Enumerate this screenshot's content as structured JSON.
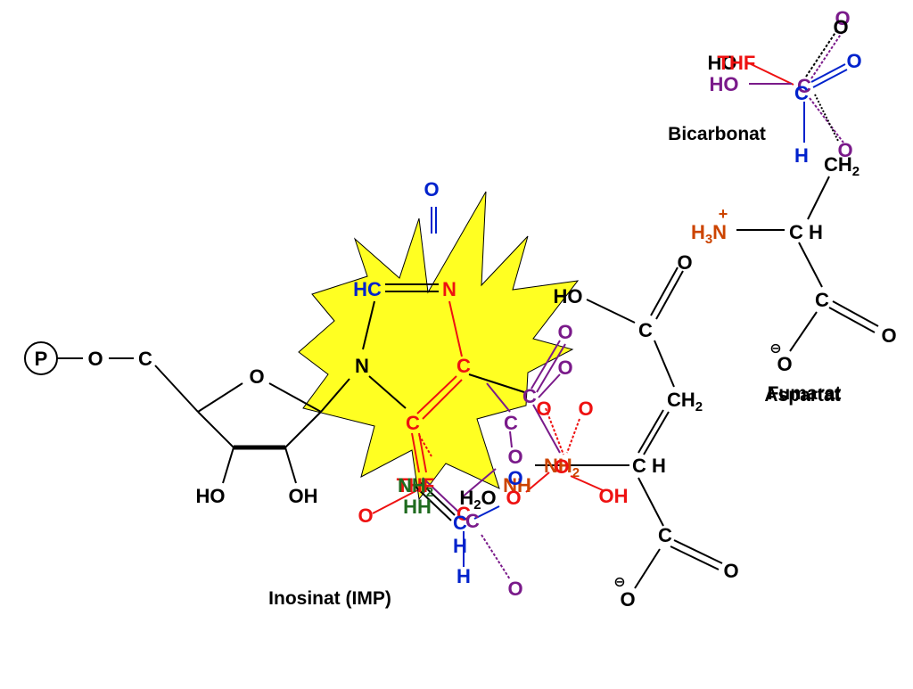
{
  "colors": {
    "black": "#000000",
    "blue": "#0022cc",
    "red": "#ee1111",
    "purple": "#7a1a8a",
    "green": "#1f6b1f",
    "orange": "#cc4400",
    "star_fill": "#ffff22"
  },
  "captions": {
    "inosinat": "Inosinat (IMP)",
    "bicarbonat": "Bicarbonat",
    "fumarat": "Fumarat",
    "aspartat": "Aspartat"
  },
  "ribose": {
    "phosphate": "P",
    "o_link": "O",
    "c5": "C",
    "ring_o": "O",
    "ho": "HO",
    "oh": "OH"
  },
  "ring": {
    "top_o": "O",
    "hc": "HC",
    "n_top": "N",
    "n_left": "N",
    "c_right": "C",
    "c_bottom": "C"
  },
  "bicarbonate": {
    "o_top": "O",
    "ho_black": "HO",
    "thf": "THF",
    "o_right": "O",
    "ho_purple": "HO",
    "c": "C",
    "h": "H",
    "o_bottom": "O"
  },
  "aspartate": {
    "ch2": "CH",
    "ch2_sub": "2",
    "plus": "+",
    "h3n": "H",
    "h3n_sub": "3",
    "h3n_n": "N",
    "ch": "C H",
    "c": "C",
    "o": "O",
    "minus": "⊖",
    "o_minus": "O"
  },
  "fumarate": {
    "o_top": "O",
    "ho": "HO",
    "c_top": "C",
    "ch2": "CH",
    "ch2_sub": "2",
    "ch": "C H",
    "c_bottom": "C",
    "o_right": "O",
    "minus": "⊖",
    "o_minus": "O"
  },
  "cluster": {
    "o_purple_1": "O",
    "o_purple_2": "O",
    "c_purple_1": "C",
    "o_red_1": "O",
    "o_red_2": "O",
    "c_purple_2": "C",
    "o_purple_3": "O",
    "nh2_orange": "NH",
    "nh2_sub": "2",
    "nh_orange": "NH",
    "oh_red": "OH",
    "o_red_3": "O",
    "thf_red": "THF",
    "nh2_green": "NH",
    "h_green": "HH",
    "h2o": "H",
    "h2o_sub": "2",
    "h2o_o": "O",
    "c_blue": "C",
    "h_blue_1": "H",
    "h_blue_2": "H",
    "o_purple_4": "O",
    "c_red": "C",
    "c_purple_3": "C",
    "o_red_4": "O"
  }
}
